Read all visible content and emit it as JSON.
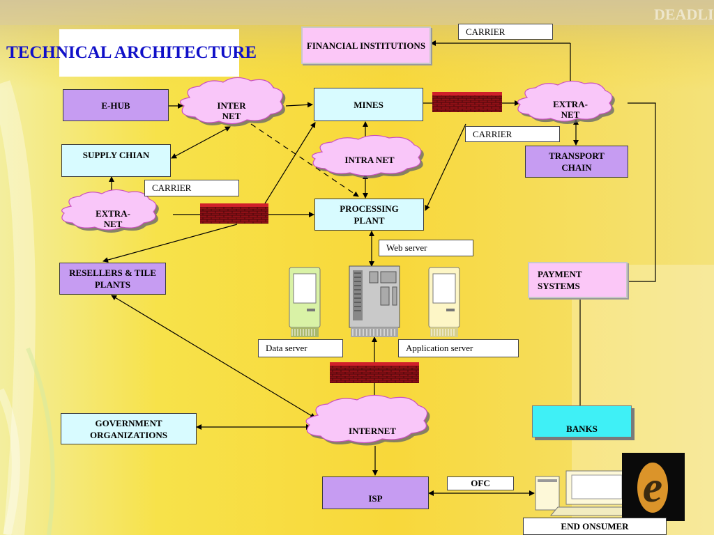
{
  "title": "TECHNICAL ARCHITECTURE",
  "nodes": {
    "financial_institutions": "FINANCIAL INSTITUTIONS",
    "e_hub": "E-HUB",
    "internet_top": "INTER NET",
    "mines": "MINES",
    "extranet_right": "EXTRA- NET",
    "supply_chain": "SUPPLY CHIAN",
    "intranet": "INTRA NET",
    "transport_chain": "TRANSPORT CHAIN",
    "extranet_left": "EXTRA- NET",
    "processing_plant": "PROCESSING PLANT",
    "resellers": "RESELLERS & TILE PLANTS",
    "payment_systems": "PAYMENT SYSTEMS",
    "government": "GOVERNMENT ORGANIZATIONS",
    "internet_bottom": "INTERNET",
    "banks": "BANKS",
    "isp": "ISP",
    "end_consumer": "END ONSUMER"
  },
  "labels": {
    "carrier_top": "CARRIER",
    "carrier_right": "CARRIER",
    "carrier_left": "CARRIER",
    "web_server": "Web server",
    "data_server": "Data server",
    "application_server": "Application server",
    "ofc": "OFC"
  },
  "logo_text": "e",
  "background_watermark": "DEADLI",
  "colors": {
    "title": "#1010c8",
    "purple_box": "#c69cf2",
    "cyan_box": "#d8fbff",
    "pink_box": "#fbc7f7",
    "cloud": "#f9c6f9",
    "firewall": "#8e1016",
    "banks_box": "#3ff0f6"
  }
}
